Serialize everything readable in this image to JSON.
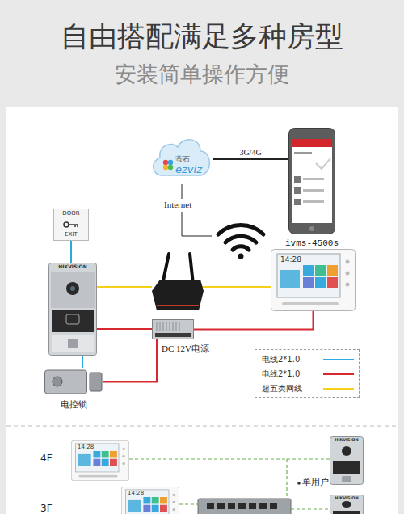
{
  "diagram": {
    "title": "自由搭配满足多种房型",
    "caption": "安装简单操作方便",
    "nodes": [
      {
        "text": [
          "萤石",
          "ezviz"
        ]
      },
      {
        "text": [
          "ivms-4500s"
        ]
      },
      {
        "text": [
          "DOOR",
          "EXIT"
        ]
      },
      {
        "text": [
          "HIKVISION"
        ]
      },
      {
        "text": [
          "14:28"
        ]
      },
      {
        "text": [
          "DC 12V电源"
        ]
      },
      {
        "text": [
          "电控锁"
        ]
      },
      {
        "text": [
          "14:28"
        ]
      },
      {
        "text": [
          "HIKVISION"
        ]
      },
      {
        "text": [
          "14:28"
        ]
      },
      {
        "text": [
          "HIKVISION"
        ]
      }
    ],
    "edges": [
      {
        "from": 0,
        "to": 1,
        "arrow": "none",
        "label": "3G/4G"
      },
      {
        "from": 2,
        "to": 3,
        "arrow": "none"
      },
      {
        "from": 3,
        "to": 5,
        "arrow": "none"
      },
      {
        "from": 5,
        "to": 4,
        "arrow": "none"
      },
      {
        "from": 5,
        "to": 6,
        "arrow": "none"
      },
      {
        "from": 6,
        "to": 3,
        "arrow": "none"
      }
    ],
    "labels": [
      "Internet",
      "4F",
      "3F",
      "单用户"
    ],
    "legend": [
      {
        "text": "电线2*1.0",
        "color": "#29abe2"
      },
      {
        "text": "电线2*1.0",
        "color": "#d7282f"
      },
      {
        "text": "超五类网线",
        "color": "#f7d117"
      }
    ]
  }
}
